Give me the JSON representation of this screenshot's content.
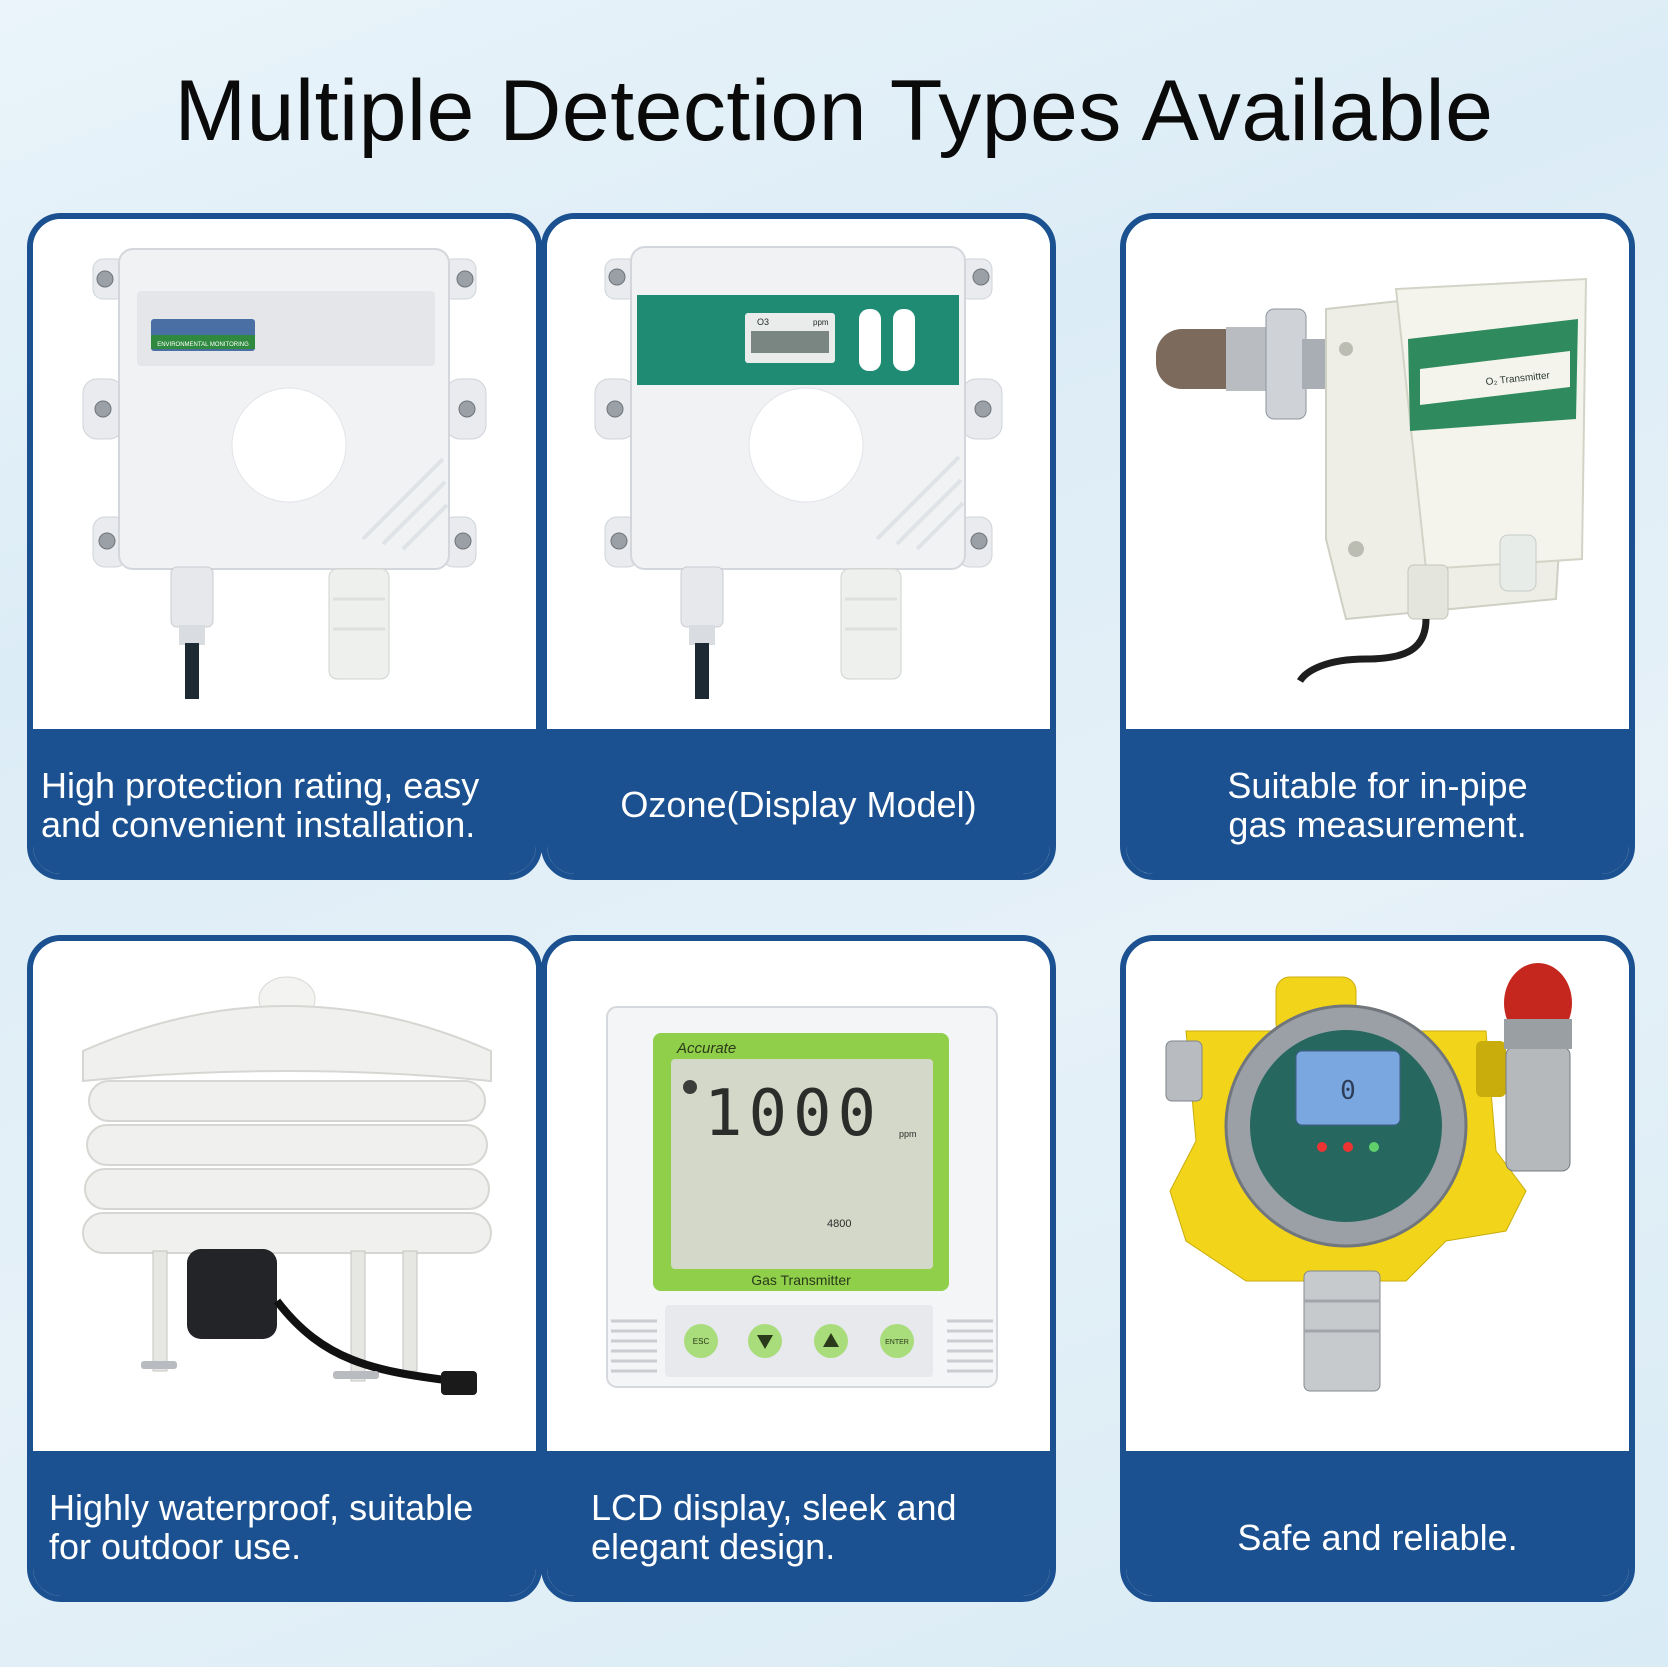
{
  "page": {
    "title": "Multiple Detection Types Available",
    "accent_color": "#1b5190"
  },
  "cards": [
    {
      "caption": "High protection rating, easy\nand convenient installation.",
      "image": "wall-mount-sensor-box",
      "label_text": "ENVIRONMENTAL MONITORING"
    },
    {
      "caption": "Ozone(Display Model)",
      "image": "ozone-display-sensor",
      "display_label": "O3",
      "display_unit": "ppm"
    },
    {
      "caption": "Suitable for in-pipe\ngas measurement.",
      "image": "pipe-gas-transmitter",
      "label_text": "O₂ Transmitter"
    },
    {
      "caption": "Highly waterproof, suitable\nfor outdoor use.",
      "image": "louvered-radiation-shield"
    },
    {
      "caption": "LCD display, sleek and\nelegant design.",
      "image": "lcd-gas-transmitter",
      "brand": "Accurate",
      "reading": "1000",
      "unit": "ppm",
      "secondary_reading": "4800",
      "device_name": "Gas Transmitter",
      "buttons": [
        "ESC",
        "ENTER"
      ]
    },
    {
      "caption": "Safe and reliable.",
      "image": "explosion-proof-gas-detector",
      "display_value": "0"
    }
  ]
}
